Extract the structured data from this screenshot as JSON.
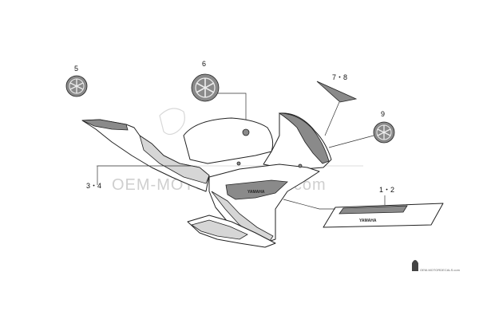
{
  "callouts": {
    "c1": "5",
    "c2": "6",
    "c3": "7・8",
    "c4": "9",
    "c5": "3・4",
    "c6": "1・2"
  },
  "watermark": {
    "main": "OEM-MOTORDECALS.com",
    "small": "OEM-MOTORDECALS.com"
  },
  "decal_text": {
    "brand_side": "YAMAHA",
    "brand_panel": "YAMAHA"
  },
  "colors": {
    "line": "#222222",
    "shade": "#d6d6d6",
    "dark": "#8a8a8a",
    "watermark": "#cfcfcf"
  }
}
